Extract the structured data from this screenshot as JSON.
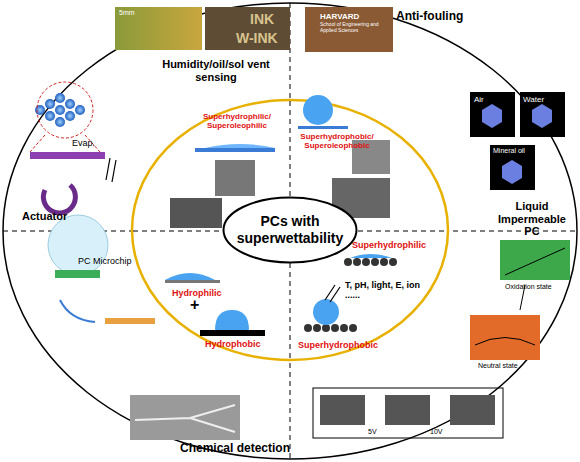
{
  "diagram": {
    "nodes": [
      {
        "text": [
          "PCs with superwettability"
        ]
      }
    ],
    "labels": [
      "Humidity/oil/sol vent sensing",
      "INK",
      "W-INK",
      "5mm",
      "Anti-fouling",
      "HARVARD",
      "School of Engineering and Applied Sciences",
      "Air",
      "Water",
      "Mineral oil",
      "Liquid Impermeable PC",
      "Evap.",
      "Actuator",
      "Superhydrophilic/ Superoleophilic",
      "Superhydrophobic/ Superoleophobic",
      "PC Microchip",
      "Hydrophilic",
      "+",
      "Hydrophobic",
      "Superhydrophilic",
      "T, pH, light, E, ion ......",
      "Superhydrophobic",
      "Oxidation state",
      "Neutral state",
      "5V",
      "10V",
      "Chemical detection"
    ]
  }
}
